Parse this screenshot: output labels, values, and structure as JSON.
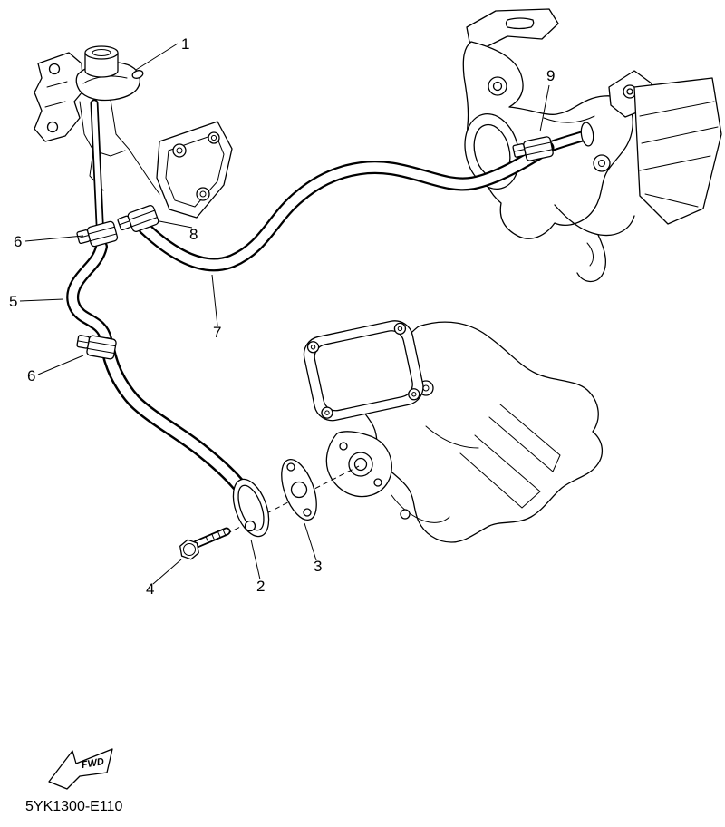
{
  "diagram": {
    "code": "5YK1300-E110",
    "fwd_label": "FWD",
    "callouts": [
      {
        "num": "1"
      },
      {
        "num": "2"
      },
      {
        "num": "3"
      },
      {
        "num": "4"
      },
      {
        "num": "5"
      },
      {
        "num": "6"
      },
      {
        "num": "6"
      },
      {
        "num": "7"
      },
      {
        "num": "8"
      },
      {
        "num": "9"
      }
    ]
  }
}
